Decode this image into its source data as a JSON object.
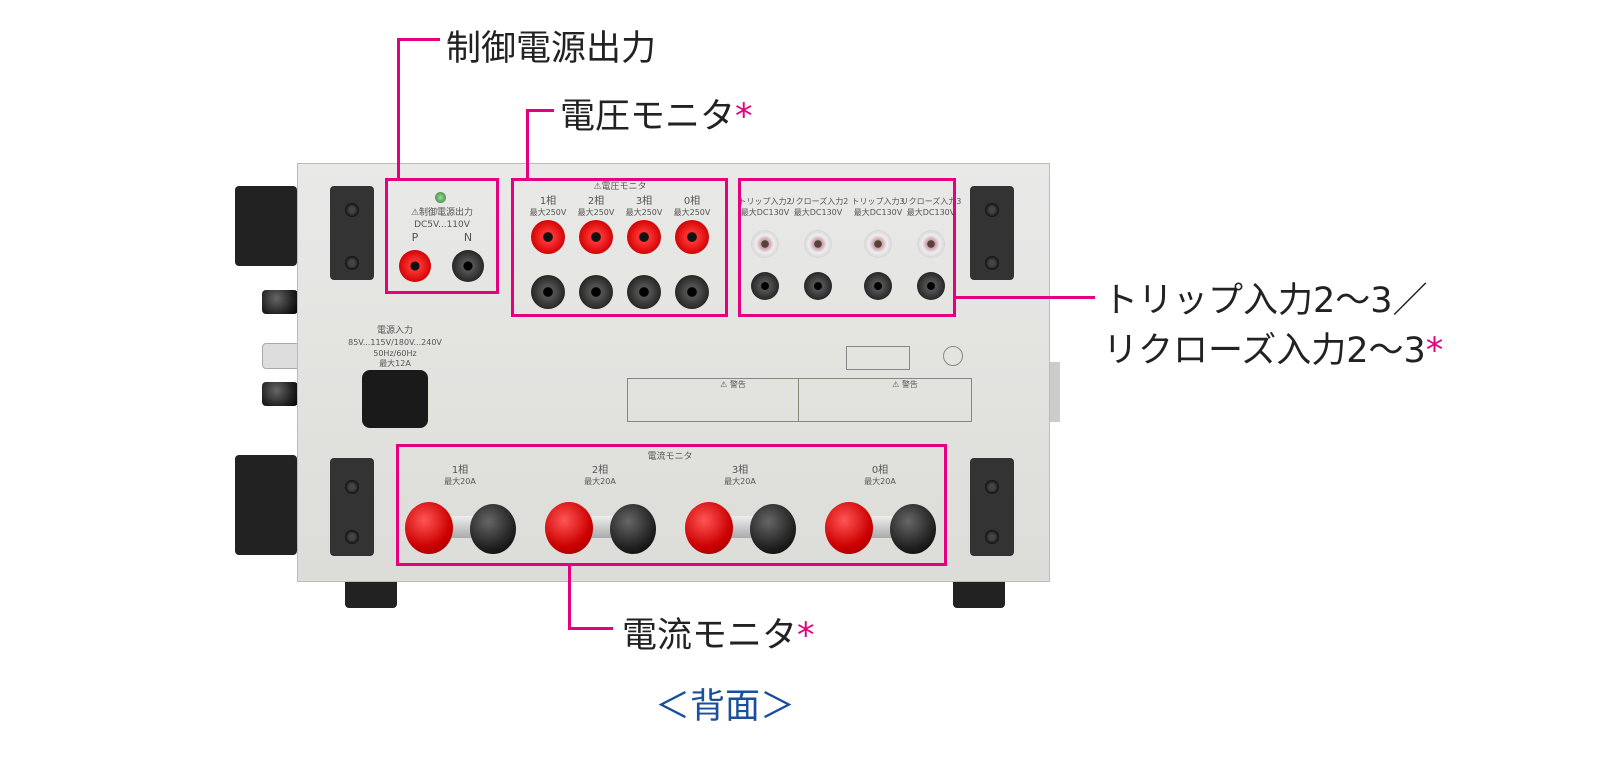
{
  "callouts": {
    "control_power_output": "制御電源出力",
    "voltage_monitor": "電圧モニタ",
    "trip_input_line1": "トリップ入力2～3／",
    "trip_input_line2": "リクローズ入力2～3",
    "current_monitor": "電流モニタ",
    "asterisk": "*",
    "view_caption": "＜背面＞"
  },
  "panel": {
    "control": {
      "title": "⚠制御電源出力",
      "range": "DC5V...110V",
      "p": "P",
      "n": "N"
    },
    "voltage": {
      "title": "⚠電圧モニタ",
      "phases": [
        {
          "name": "1相",
          "max": "最大250V"
        },
        {
          "name": "2相",
          "max": "最大250V"
        },
        {
          "name": "3相",
          "max": "最大250V"
        },
        {
          "name": "0相",
          "max": "最大250V"
        }
      ]
    },
    "trip": [
      {
        "name": "トリップ入力2",
        "max": "最大DC130V"
      },
      {
        "name": "リクローズ入力2",
        "max": "最大DC130V"
      },
      {
        "name": "トリップ入力3",
        "max": "最大DC130V"
      },
      {
        "name": "リクローズ入力3",
        "max": "最大DC130V"
      }
    ],
    "power": {
      "title": "電源入力",
      "spec1": "85V...115V/180V...240V",
      "spec2": "50Hz/60Hz",
      "spec3": "最大12A"
    },
    "warning": "⚠ 警告",
    "current": {
      "title": "電流モニタ",
      "phases": [
        {
          "name": "1相",
          "max": "最大20A"
        },
        {
          "name": "2相",
          "max": "最大20A"
        },
        {
          "name": "3相",
          "max": "最大20A"
        },
        {
          "name": "0相",
          "max": "最大20A"
        }
      ]
    }
  },
  "colors": {
    "accent": "#e4007f",
    "caption": "#1a4f9c"
  }
}
